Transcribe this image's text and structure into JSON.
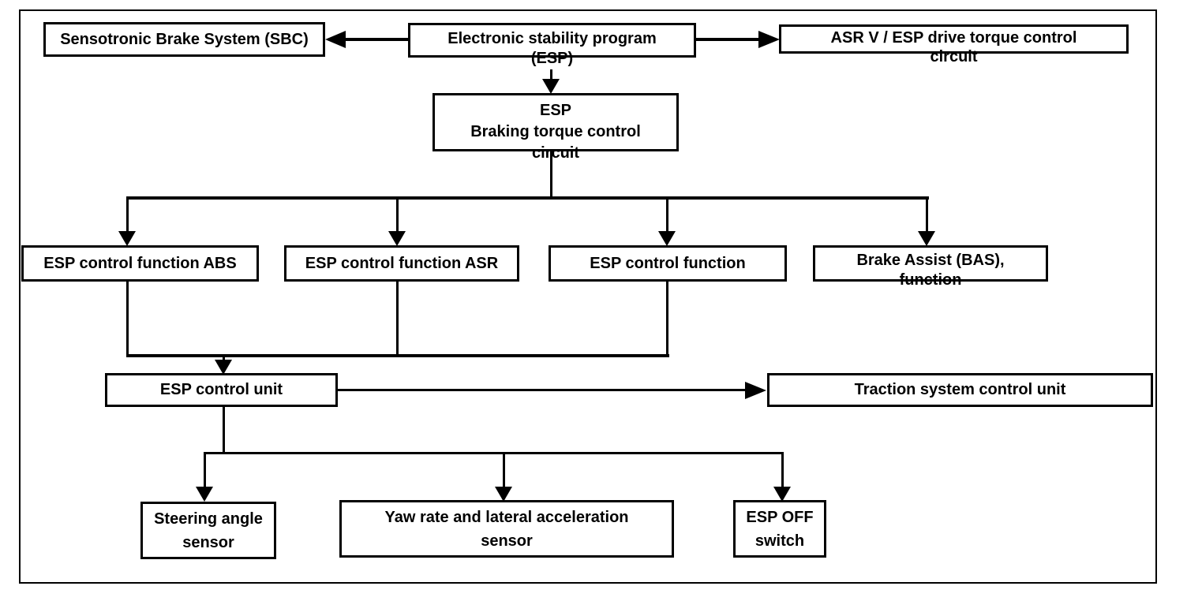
{
  "diagram": {
    "description": "ESP system block diagram",
    "colors": {
      "line": "#000000",
      "box_background": "#ffffff",
      "text": "#000000"
    },
    "nodes": {
      "sbc": {
        "lines": [
          "Sensotronic Brake System (SBC)"
        ]
      },
      "esp": {
        "lines": [
          "Electronic stability program",
          "(ESP)"
        ]
      },
      "asr": {
        "lines": [
          "ASR V / ESP drive torque control",
          "circuit"
        ]
      },
      "braking": {
        "lines": [
          "ESP",
          "Braking torque control",
          "circuit"
        ]
      },
      "fabs": {
        "lines": [
          "ESP control function ABS"
        ]
      },
      "fasr": {
        "lines": [
          "ESP control function ASR"
        ]
      },
      "fesp": {
        "lines": [
          "ESP control function"
        ]
      },
      "bas": {
        "lines": [
          "Brake Assist (BAS),",
          "function"
        ]
      },
      "unit": {
        "lines": [
          "ESP control unit"
        ]
      },
      "traction": {
        "lines": [
          "Traction system control unit"
        ]
      },
      "steering": {
        "lines": [
          "Steering angle",
          "sensor"
        ]
      },
      "yaw": {
        "lines": [
          "Yaw rate and lateral acceleration",
          "sensor"
        ]
      },
      "espoff": {
        "lines": [
          "ESP OFF",
          "switch"
        ]
      }
    }
  }
}
